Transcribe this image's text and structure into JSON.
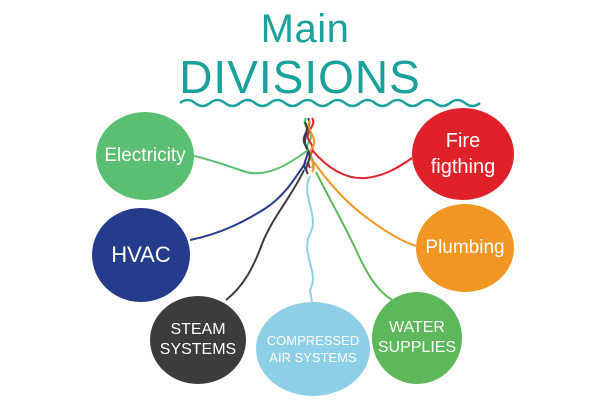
{
  "title": {
    "line1": "Main",
    "line2": "DIVISIONS"
  },
  "colors": {
    "title": "#1aa19b",
    "electricity": "#5bbf73",
    "hvac": "#253c8c",
    "steam": "#3c3c3c",
    "compressed": "#8dcfe6",
    "water": "#5cb85a",
    "plumbing": "#f19622",
    "fire": "#e02129"
  },
  "divisions": {
    "electricity": "Electricity",
    "hvac": "HVAC",
    "steam": "STEAM\nSYSTEMS",
    "compressed": "COMPRESSED\nAIR SYSTEMS",
    "water": "WATER\nSUPPLIES",
    "plumbing": "Plumbing",
    "fire": "Fire\nfigthing"
  }
}
